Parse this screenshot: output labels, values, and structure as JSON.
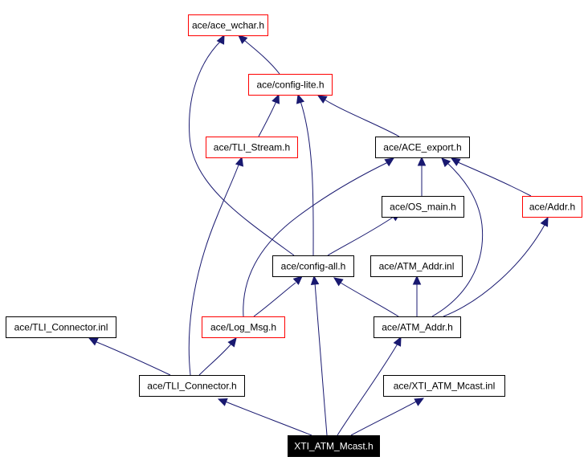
{
  "diagram": {
    "type": "include-dependency-graph",
    "root": "XTI_ATM_Mcast.h",
    "colors": {
      "edge": "#191970",
      "documented_border": "#000000",
      "undocumented_border": "#ff0000",
      "root_fill": "#000000",
      "root_text": "#ffffff"
    },
    "nodes": [
      {
        "id": "ace_wchar",
        "label": "ace/ace_wchar.h",
        "style": "red"
      },
      {
        "id": "config_lite",
        "label": "ace/config-lite.h",
        "style": "red"
      },
      {
        "id": "tli_stream",
        "label": "ace/TLI_Stream.h",
        "style": "red"
      },
      {
        "id": "ace_export",
        "label": "ace/ACE_export.h",
        "style": "black"
      },
      {
        "id": "os_main",
        "label": "ace/OS_main.h",
        "style": "black"
      },
      {
        "id": "addr",
        "label": "ace/Addr.h",
        "style": "red"
      },
      {
        "id": "config_all",
        "label": "ace/config-all.h",
        "style": "black"
      },
      {
        "id": "atm_addr_inl",
        "label": "ace/ATM_Addr.inl",
        "style": "black"
      },
      {
        "id": "tli_connector_inl",
        "label": "ace/TLI_Connector.inl",
        "style": "black"
      },
      {
        "id": "log_msg",
        "label": "ace/Log_Msg.h",
        "style": "red"
      },
      {
        "id": "atm_addr",
        "label": "ace/ATM_Addr.h",
        "style": "black"
      },
      {
        "id": "tli_connector",
        "label": "ace/TLI_Connector.h",
        "style": "black"
      },
      {
        "id": "xti_atm_mcast_inl",
        "label": "ace/XTI_ATM_Mcast.inl",
        "style": "black"
      },
      {
        "id": "root",
        "label": "XTI_ATM_Mcast.h",
        "style": "root"
      }
    ],
    "edges": [
      {
        "from": "config_lite",
        "to": "ace_wchar"
      },
      {
        "from": "config_all",
        "to": "ace_wchar"
      },
      {
        "from": "tli_stream",
        "to": "config_lite"
      },
      {
        "from": "config_all",
        "to": "config_lite"
      },
      {
        "from": "ace_export",
        "to": "config_lite"
      },
      {
        "from": "os_main",
        "to": "ace_export"
      },
      {
        "from": "addr",
        "to": "ace_export"
      },
      {
        "from": "log_msg",
        "to": "ace_export"
      },
      {
        "from": "atm_addr",
        "to": "ace_export"
      },
      {
        "from": "os_main",
        "to": "config_all"
      },
      {
        "from": "log_msg",
        "to": "config_all"
      },
      {
        "from": "atm_addr",
        "to": "config_all"
      },
      {
        "from": "root",
        "to": "config_all"
      },
      {
        "from": "atm_addr",
        "to": "atm_addr_inl"
      },
      {
        "from": "atm_addr",
        "to": "addr"
      },
      {
        "from": "tli_connector",
        "to": "tli_connector_inl"
      },
      {
        "from": "tli_connector",
        "to": "log_msg"
      },
      {
        "from": "tli_connector",
        "to": "tli_stream"
      },
      {
        "from": "root",
        "to": "tli_connector"
      },
      {
        "from": "root",
        "to": "atm_addr"
      },
      {
        "from": "root",
        "to": "xti_atm_mcast_inl"
      }
    ]
  }
}
